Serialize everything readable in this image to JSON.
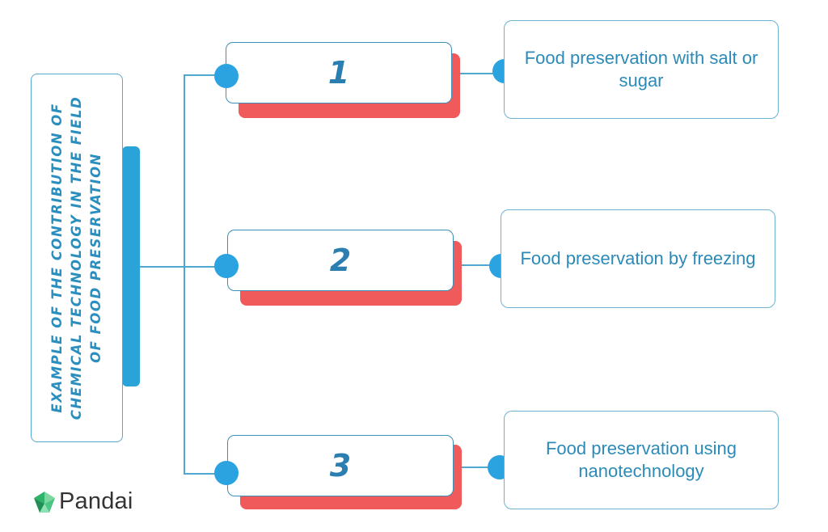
{
  "diagram": {
    "title": "EXAMPLE OF THE CONTRIBUTION OF CHEMICAL TECHNOLOGY IN THE FIELD OF FOOD PRESERVATION",
    "items": [
      {
        "number": "1",
        "description": "Food preservation with salt or sugar"
      },
      {
        "number": "2",
        "description": "Food preservation by freezing"
      },
      {
        "number": "3",
        "description": "Food preservation using nanotechnology"
      }
    ]
  },
  "branding": {
    "logo_text": "Pandai",
    "logo_icon": "pandai-leaf-icon"
  },
  "colors": {
    "primary_blue": "#2aa3e0",
    "accent_red": "#f05a5a",
    "text_blue": "#2c8ab8"
  }
}
